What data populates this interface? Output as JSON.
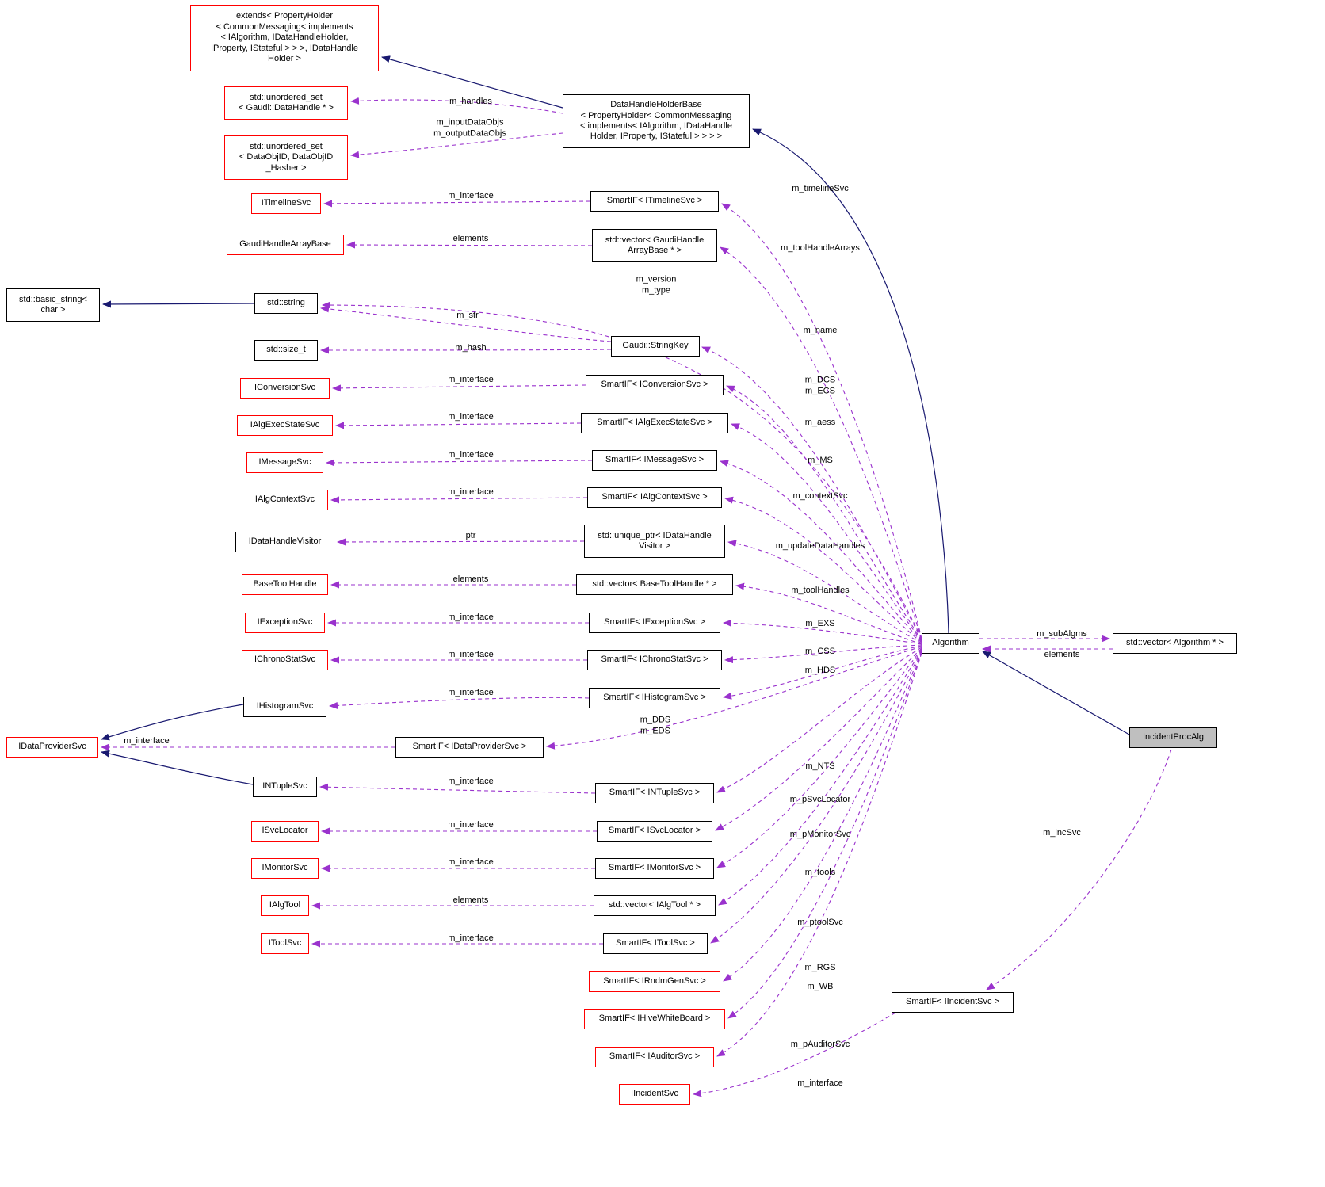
{
  "colors": {
    "member_edge": "#9a32cd",
    "inheritance_edge": "#191970",
    "warning_border": "#ff0000",
    "node_border": "#000000",
    "focus_fill": "#bfbfbf",
    "background": "#ffffff"
  },
  "nodes": {
    "extends_holder": "extends< PropertyHolder\n< CommonMessaging< implements\n< IAlgorithm, IDataHandleHolder,\nIProperty, IStateful > > >, IDataHandle\nHolder >",
    "set_datahandle": "std::unordered_set\n< Gaudi::DataHandle * >",
    "set_dataobjid": "std::unordered_set\n< DataObjID, DataObjID\n_Hasher >",
    "itimelinesvc": "ITimelineSvc",
    "gaudihandlearraybase": "GaudiHandleArrayBase",
    "basic_string": "std::basic_string<\nchar >",
    "std_string": "std::string",
    "std_size_t": "std::size_t",
    "iconversionsvc": "IConversionSvc",
    "ialgexecstatesvc": "IAlgExecStateSvc",
    "imessagesvc": "IMessageSvc",
    "ialgcontextsvc": "IAlgContextSvc",
    "idatahandlevisitor": "IDataHandleVisitor",
    "basetoolhandle": "BaseToolHandle",
    "iexceptionsvc": "IExceptionSvc",
    "ichronostatsvc": "IChronoStatSvc",
    "ihistogramsvc": "IHistogramSvc",
    "idataprovidersvc": "IDataProviderSvc",
    "intuplesvc": "INTupleSvc",
    "isvclocator": "ISvcLocator",
    "imonitorsvc": "IMonitorSvc",
    "ialgtool": "IAlgTool",
    "itoolsvc": "IToolSvc",
    "datahandleholderbase": "DataHandleHolderBase\n< PropertyHolder< CommonMessaging\n< implements< IAlgorithm, IDataHandle\nHolder, IProperty, IStateful > > > >",
    "smartif_itimelinesvc": "SmartIF< ITimelineSvc >",
    "vector_gha": "std::vector< GaudiHandle\nArrayBase * >",
    "stringkey": "Gaudi::StringKey",
    "smartif_iconversionsvc": "SmartIF< IConversionSvc >",
    "smartif_ialgexecstatesvc": "SmartIF< IAlgExecStateSvc >",
    "smartif_imessagesvc": "SmartIF< IMessageSvc >",
    "smartif_ialgcontextsvc": "SmartIF< IAlgContextSvc >",
    "uniqueptr_idhv": "std::unique_ptr< IDataHandle\nVisitor >",
    "vector_bth": "std::vector< BaseToolHandle * >",
    "smartif_iexceptionsvc": "SmartIF< IExceptionSvc >",
    "smartif_ichronostatsvc": "SmartIF< IChronoStatSvc >",
    "smartif_ihistogramsvc": "SmartIF< IHistogramSvc >",
    "smartif_idataprovidersvc": "SmartIF< IDataProviderSvc >",
    "smartif_intuplesvc": "SmartIF< INTupleSvc >",
    "smartif_isvclocator": "SmartIF< ISvcLocator >",
    "smartif_imonitorsvc": "SmartIF< IMonitorSvc >",
    "vector_ialgtool": "std::vector< IAlgTool * >",
    "smartif_itoolsvc": "SmartIF< IToolSvc >",
    "smartif_irndmgensvc": "SmartIF< IRndmGenSvc >",
    "smartif_ihivewhiteboard": "SmartIF< IHiveWhiteBoard >",
    "smartif_iauditorsvc": "SmartIF< IAuditorSvc >",
    "iincidentsvc": "IIncidentSvc",
    "algorithm": "Algorithm",
    "vector_algorithm": "std::vector< Algorithm * >",
    "incidentprocalg": "IncidentProcAlg",
    "smartif_iincidentsvc": "SmartIF< IIncidentSvc >"
  },
  "labels": {
    "m_handles": "m_handles",
    "m_io": "m_inputDataObjs\nm_outputDataObjs",
    "m_interface": "m_interface",
    "elements": "elements",
    "m_timelineSvc": "m_timelineSvc",
    "m_toolHandleArrays": "m_toolHandleArrays",
    "m_version_type": "m_version\nm_type",
    "m_str": "m_str",
    "m_hash": "m_hash",
    "m_name": "m_name",
    "m_dcs_ecs": "m_DCS\nm_ECS",
    "m_aess": "m_aess",
    "m_ms": "m_MS",
    "m_contextSvc": "m_contextSvc",
    "ptr": "ptr",
    "m_updateDataHandles": "m_updateDataHandles",
    "m_toolHandles": "m_toolHandles",
    "m_exs": "m_EXS",
    "m_css": "m_CSS",
    "m_hds": "m_HDS",
    "m_dds_eds": "m_DDS\nm_EDS",
    "m_nts": "m_NTS",
    "m_pSvcLocator": "m_pSvcLocator",
    "m_pMonitorSvc": "m_pMonitorSvc",
    "m_tools": "m_tools",
    "m_ptoolSvc": "m_ptoolSvc",
    "m_rgs": "m_RGS",
    "m_wb": "m_WB",
    "m_pAuditorSvc": "m_pAuditorSvc",
    "m_subAlgms": "m_subAlgms",
    "m_incSvc": "m_incSvc"
  }
}
